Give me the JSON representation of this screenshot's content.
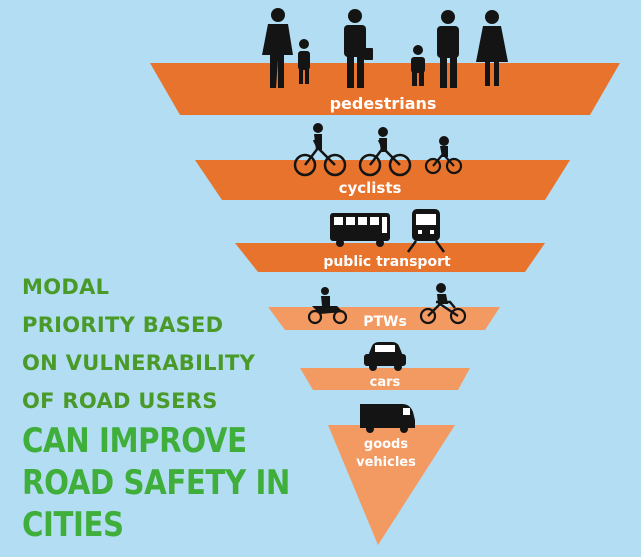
{
  "tiers": [
    {
      "label": "pedestrians",
      "icons": [
        "adult-with-child-icon",
        "adult-with-bag-icon",
        "child-icon",
        "adult-icon",
        "adult-icon"
      ]
    },
    {
      "label": "cyclists",
      "icons": [
        "cyclist-icon",
        "cyclist-icon",
        "child-cyclist-icon"
      ]
    },
    {
      "label": "public transport",
      "icons": [
        "bus-icon",
        "tram-icon"
      ]
    },
    {
      "label": "PTWs",
      "icons": [
        "scooter-icon",
        "motorcycle-icon"
      ]
    },
    {
      "label": "cars",
      "icons": [
        "car-icon"
      ]
    },
    {
      "label": "goods vehicles",
      "label_lines": [
        "goods",
        "vehicles"
      ],
      "icons": [
        "van-icon"
      ]
    }
  ],
  "caption": {
    "small_lines": [
      "MODAL",
      "PRIORITY BASED",
      "ON VULNERABILITY",
      "OF ROAD USERS"
    ],
    "big_lines": [
      "CAN IMPROVE",
      "ROAD SAFETY IN",
      "CITIES"
    ]
  },
  "colors": {
    "background": "#b3ddf2",
    "tier_dark": "#e8732c",
    "tier_light": "#f29a62",
    "caption_small": "#4a9a2a",
    "caption_big": "#3fae3a",
    "icon": "#141414"
  }
}
